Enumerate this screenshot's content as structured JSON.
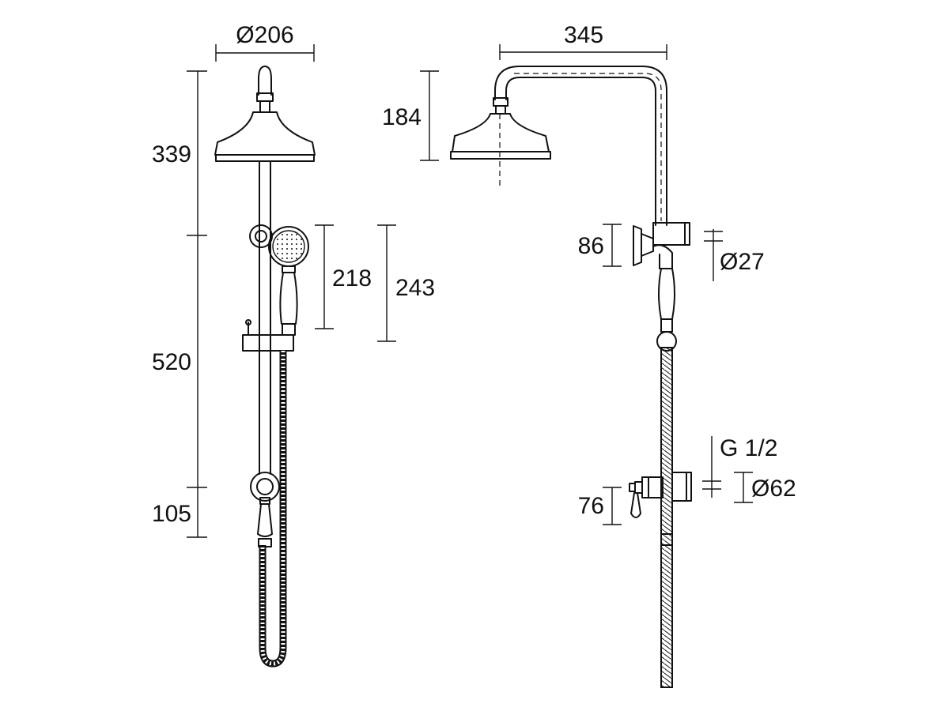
{
  "diagram": {
    "front": {
      "head_diameter": "Ø206",
      "height_top": "339",
      "height_middle": "520",
      "height_bottom": "105",
      "handset_length": "218",
      "handset_total": "243"
    },
    "side": {
      "arm_reach": "345",
      "head_drop": "184",
      "bracket_height": "86",
      "bracket_diameter": "Ø27",
      "thread": "G 1/2",
      "valve_diameter": "Ø62",
      "valve_height": "76"
    }
  }
}
